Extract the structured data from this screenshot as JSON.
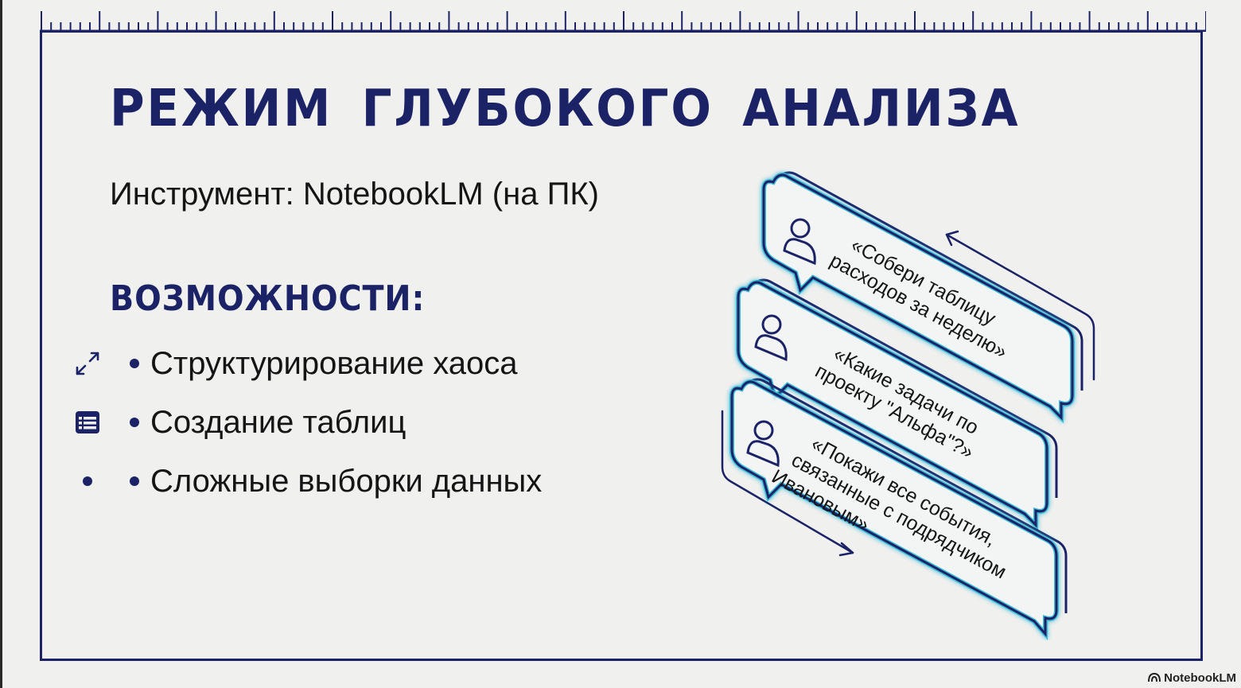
{
  "slide": {
    "title": "РЕЖИМ ГЛУБОКОГО АНАЛИЗА",
    "subtitle": "Инструмент: NotebookLM (на ПК)",
    "section_title": "ВОЗМОЖНОСТИ:",
    "features": [
      {
        "icon": "expand-arrows-icon",
        "label": "Структурирование хаоса"
      },
      {
        "icon": "table-icon",
        "label": "Создание таблиц"
      },
      {
        "icon": "dot-icon",
        "label": "Сложные выборки данных"
      }
    ],
    "queries": [
      {
        "icon": "user-icon",
        "lines": [
          "«Собери таблицу",
          "расходов за неделю»"
        ]
      },
      {
        "icon": "user-icon",
        "lines": [
          "«Какие задачи по",
          "проекту \"Альфа\"?»"
        ]
      },
      {
        "icon": "user-icon",
        "lines": [
          "«Покажи все события,",
          "связанные с подрядчиком",
          "Ивановым»"
        ]
      }
    ]
  },
  "branding": {
    "label": "NotebookLM",
    "icon": "notebooklm-logo-icon"
  },
  "colors": {
    "primary": "#1b2366",
    "glow": "#29b6d6",
    "background": "#f0f0ee",
    "text": "#151515"
  }
}
